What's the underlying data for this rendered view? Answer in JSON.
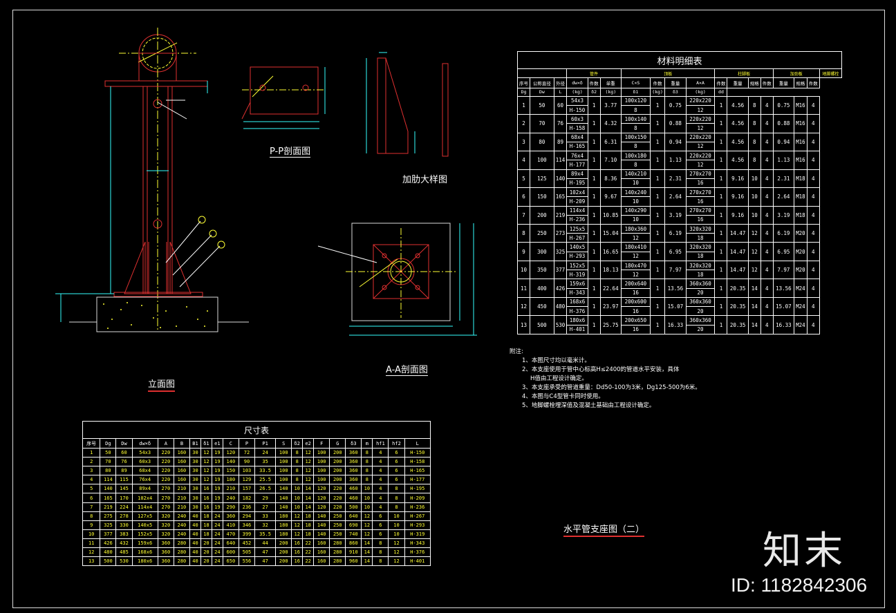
{
  "titles": {
    "elevation": "立面图",
    "pp_section": "P-P剖面图",
    "rib_detail": "加肋大样图",
    "aa_section": "A-A剖面图",
    "drawing_title": "水平管支座图（二）"
  },
  "material_table": {
    "title": "材料明细表",
    "group_headers": [
      "管件",
      "顶板",
      "柱脚板",
      "加劲板",
      "地脚螺栓"
    ],
    "col_headers": [
      "序号",
      "公称直径",
      "外径",
      "dw×δ",
      "件数",
      "单重",
      "C×S",
      "件数",
      "重量",
      "A×A",
      "件数",
      "重量",
      "规格",
      "件数",
      "重量",
      "规格",
      "件数"
    ],
    "sub_headers": [
      "Dg",
      "Dw",
      "L",
      "(kg)",
      "δ2",
      "(kg)",
      "δ1",
      "(kg)",
      "δ3",
      "(kg)",
      "dd"
    ],
    "rows": [
      [
        "1",
        "50",
        "60",
        "54x3",
        "H-150",
        "1",
        "3.77",
        "100x120",
        "8",
        "1",
        "0.75",
        "220x220",
        "12",
        "1",
        "4.56",
        "8",
        "4",
        "0.75",
        "M16",
        "4"
      ],
      [
        "2",
        "70",
        "76",
        "60x3",
        "H-158",
        "1",
        "4.32",
        "100x140",
        "8",
        "1",
        "0.88",
        "220x220",
        "12",
        "1",
        "4.56",
        "8",
        "4",
        "0.88",
        "M16",
        "4"
      ],
      [
        "3",
        "80",
        "89",
        "68x4",
        "H-165",
        "1",
        "6.31",
        "100x150",
        "8",
        "1",
        "0.94",
        "220x220",
        "12",
        "1",
        "4.56",
        "8",
        "4",
        "0.94",
        "M16",
        "4"
      ],
      [
        "4",
        "100",
        "114",
        "76x4",
        "H-177",
        "1",
        "7.10",
        "100x180",
        "8",
        "1",
        "1.13",
        "220x220",
        "12",
        "1",
        "4.56",
        "8",
        "4",
        "1.13",
        "M16",
        "4"
      ],
      [
        "5",
        "125",
        "140",
        "89x4",
        "H-195",
        "1",
        "8.36",
        "140x210",
        "10",
        "1",
        "2.31",
        "270x270",
        "16",
        "1",
        "9.16",
        "10",
        "4",
        "2.31",
        "M18",
        "4"
      ],
      [
        "6",
        "150",
        "165",
        "102x4",
        "H-209",
        "1",
        "9.67",
        "140x240",
        "10",
        "1",
        "2.64",
        "270x270",
        "16",
        "1",
        "9.16",
        "10",
        "4",
        "2.64",
        "M18",
        "4"
      ],
      [
        "7",
        "200",
        "219",
        "114x4",
        "H-236",
        "1",
        "10.85",
        "140x290",
        "10",
        "1",
        "3.19",
        "270x270",
        "16",
        "1",
        "9.16",
        "10",
        "4",
        "3.19",
        "M18",
        "4"
      ],
      [
        "8",
        "250",
        "273",
        "125x5",
        "H-267",
        "1",
        "15.04",
        "180x360",
        "12",
        "1",
        "6.19",
        "320x320",
        "18",
        "1",
        "14.47",
        "12",
        "4",
        "6.19",
        "M20",
        "4"
      ],
      [
        "9",
        "300",
        "325",
        "140x5",
        "H-293",
        "1",
        "16.65",
        "180x410",
        "12",
        "1",
        "6.95",
        "320x320",
        "18",
        "1",
        "14.47",
        "12",
        "4",
        "6.95",
        "M20",
        "4"
      ],
      [
        "10",
        "350",
        "377",
        "152x5",
        "H-319",
        "1",
        "18.13",
        "180x470",
        "12",
        "1",
        "7.97",
        "320x320",
        "18",
        "1",
        "14.47",
        "12",
        "4",
        "7.97",
        "M20",
        "4"
      ],
      [
        "11",
        "400",
        "426",
        "159x6",
        "H-343",
        "1",
        "22.64",
        "200x640",
        "16",
        "1",
        "13.56",
        "360x360",
        "20",
        "1",
        "20.35",
        "14",
        "4",
        "13.56",
        "M24",
        "4"
      ],
      [
        "12",
        "450",
        "480",
        "168x6",
        "H-376",
        "1",
        "23.97",
        "200x600",
        "16",
        "1",
        "15.07",
        "360x360",
        "20",
        "1",
        "20.35",
        "14",
        "4",
        "15.07",
        "M24",
        "4"
      ],
      [
        "13",
        "500",
        "530",
        "180x6",
        "H-401",
        "1",
        "25.75",
        "200x650",
        "16",
        "1",
        "16.33",
        "360x360",
        "20",
        "1",
        "20.35",
        "14",
        "4",
        "16.33",
        "M24",
        "4"
      ]
    ]
  },
  "notes": {
    "heading": "附注:",
    "items": [
      "1、本图尺寸均以毫米计。",
      "2、本支座使用于管中心标高H≤2400的管道水平安装，具体",
      "H值由工程设计确定。",
      "3、本支座承受的管道重量：Dd50-100为3米，Dg125-500为6米。",
      "4、本图与C4型管卡同时使用。",
      "5、地脚螺栓埋深值及混凝土基础由工程设计确定。"
    ]
  },
  "dim_table": {
    "title": "尺寸表",
    "headers": [
      "序号",
      "Dg",
      "Dw",
      "dw×δ",
      "A",
      "B",
      "B1",
      "δ1",
      "e1",
      "C",
      "P",
      "P1",
      "S",
      "δ2",
      "e2",
      "F",
      "G",
      "δ3",
      "m",
      "hf1",
      "hf2",
      "L"
    ],
    "rows": [
      [
        "1",
        "50",
        "60",
        "54x3",
        "220",
        "160",
        "30",
        "12",
        "19",
        "120",
        "72",
        "24",
        "100",
        "8",
        "12",
        "100",
        "200",
        "360",
        "8",
        "4",
        "6",
        "H-150"
      ],
      [
        "2",
        "70",
        "76",
        "60x3",
        "220",
        "160",
        "30",
        "12",
        "19",
        "140",
        "90",
        "35",
        "100",
        "8",
        "12",
        "100",
        "200",
        "360",
        "8",
        "4",
        "6",
        "H-158"
      ],
      [
        "3",
        "80",
        "89",
        "68x4",
        "220",
        "160",
        "30",
        "12",
        "19",
        "150",
        "103",
        "33.5",
        "100",
        "8",
        "12",
        "100",
        "200",
        "360",
        "8",
        "4",
        "6",
        "H-165"
      ],
      [
        "4",
        "114",
        "115",
        "76x4",
        "220",
        "160",
        "30",
        "12",
        "19",
        "180",
        "129",
        "25.5",
        "100",
        "8",
        "12",
        "100",
        "200",
        "360",
        "8",
        "4",
        "6",
        "H-177"
      ],
      [
        "5",
        "140",
        "145",
        "89x4",
        "270",
        "210",
        "30",
        "16",
        "19",
        "210",
        "157",
        "26.5",
        "140",
        "10",
        "14",
        "120",
        "220",
        "460",
        "10",
        "4",
        "8",
        "H-195"
      ],
      [
        "6",
        "165",
        "170",
        "102x4",
        "270",
        "210",
        "30",
        "16",
        "19",
        "240",
        "182",
        "29",
        "140",
        "10",
        "14",
        "120",
        "220",
        "460",
        "10",
        "4",
        "8",
        "H-209"
      ],
      [
        "7",
        "219",
        "224",
        "114x4",
        "270",
        "210",
        "30",
        "16",
        "19",
        "290",
        "236",
        "27",
        "140",
        "10",
        "14",
        "120",
        "220",
        "500",
        "10",
        "4",
        "8",
        "H-236"
      ],
      [
        "8",
        "275",
        "278",
        "127x5",
        "320",
        "240",
        "40",
        "18",
        "24",
        "360",
        "294",
        "33",
        "180",
        "12",
        "18",
        "140",
        "250",
        "640",
        "12",
        "6",
        "10",
        "H-267"
      ],
      [
        "9",
        "325",
        "330",
        "140x5",
        "320",
        "240",
        "40",
        "18",
        "24",
        "410",
        "346",
        "32",
        "180",
        "12",
        "18",
        "140",
        "250",
        "690",
        "12",
        "6",
        "10",
        "H-293"
      ],
      [
        "10",
        "377",
        "383",
        "152x5",
        "320",
        "240",
        "40",
        "18",
        "24",
        "470",
        "399",
        "35.5",
        "180",
        "12",
        "18",
        "140",
        "250",
        "740",
        "12",
        "6",
        "10",
        "H-319"
      ],
      [
        "11",
        "426",
        "432",
        "159x6",
        "360",
        "280",
        "40",
        "20",
        "24",
        "640",
        "452",
        "44",
        "200",
        "16",
        "22",
        "160",
        "280",
        "860",
        "14",
        "8",
        "12",
        "H-343"
      ],
      [
        "12",
        "480",
        "485",
        "168x6",
        "360",
        "280",
        "40",
        "20",
        "24",
        "600",
        "505",
        "47",
        "200",
        "16",
        "22",
        "160",
        "280",
        "910",
        "14",
        "8",
        "12",
        "H-376"
      ],
      [
        "13",
        "500",
        "530",
        "180x6",
        "360",
        "280",
        "40",
        "20",
        "24",
        "650",
        "556",
        "47",
        "200",
        "16",
        "22",
        "160",
        "280",
        "960",
        "14",
        "8",
        "12",
        "H-401"
      ]
    ]
  },
  "watermark": {
    "logo": "知末",
    "id": "ID: 1182842306"
  },
  "colors": {
    "background": "#000000",
    "steel": "#e03030",
    "dimension": "#33ffff",
    "annotation": "#ffff33",
    "text": "#ffffff"
  }
}
